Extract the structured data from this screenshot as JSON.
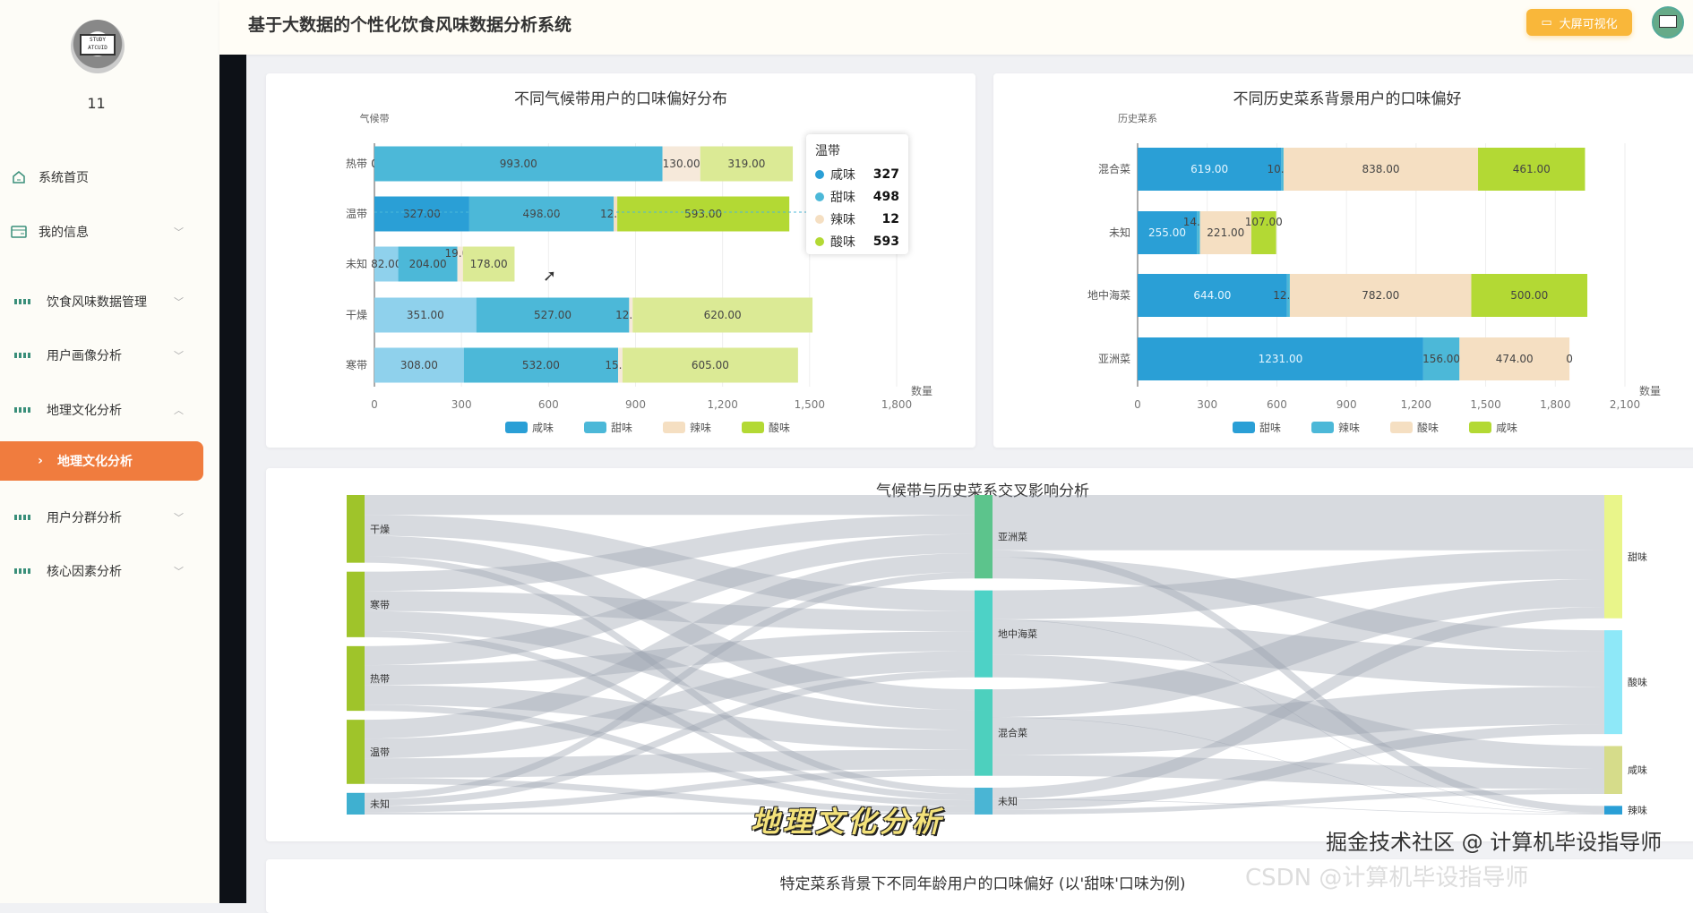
{
  "header": {
    "title": "基于大数据的个性化饮食风味数据分析系统",
    "bigscreen_label": "大屏可视化",
    "bigscreen_icon": "monitor-icon"
  },
  "user": {
    "name": "11",
    "avatar_text": "STUDY ATCUID"
  },
  "sidebar": {
    "items": [
      {
        "label": "系统首页",
        "icon": "home-icon"
      },
      {
        "label": "我的信息",
        "icon": "card-icon",
        "chevron": "﹀"
      },
      {
        "label": "饮食风味数据管理",
        "icon": "grid-icon",
        "chevron": "﹀"
      },
      {
        "label": "用户画像分析",
        "icon": "grid-icon",
        "chevron": "﹀"
      },
      {
        "label": "地理文化分析",
        "icon": "grid-icon",
        "chevron": "︿"
      },
      {
        "label": "地理文化分析",
        "icon": "chevron-right-icon",
        "active": true
      },
      {
        "label": "用户分群分析",
        "icon": "grid-icon",
        "chevron": "﹀"
      },
      {
        "label": "核心因素分析",
        "icon": "grid-icon",
        "chevron": "﹀"
      }
    ]
  },
  "chart_data": [
    {
      "type": "bar",
      "orientation": "horizontal",
      "stacked": true,
      "title": "不同气候带用户的口味偏好分布",
      "ylabel": "气候带",
      "xlabel": "数量",
      "categories": [
        "热带",
        "温带",
        "未知",
        "干燥",
        "寒带"
      ],
      "xlim": [
        0,
        1800
      ],
      "xticks": [
        "0",
        "300",
        "600",
        "900",
        "1,200",
        "1,500",
        "1,800"
      ],
      "legend": "bottom",
      "series": [
        {
          "name": "咸味",
          "color": "#2a9fd6",
          "faded": "#8fd1ec",
          "values": [
            0,
            327,
            82,
            351,
            308
          ]
        },
        {
          "name": "甜味",
          "color": "#4cb8d8",
          "faded": "#4cb8d8",
          "values": [
            993,
            498,
            204,
            527,
            532
          ]
        },
        {
          "name": "辣味",
          "color": "#f5dfc2",
          "faded": "#f6e9da",
          "values": [
            130,
            12,
            19,
            12,
            15
          ]
        },
        {
          "name": "酸味",
          "color": "#b3d934",
          "faded": "#dbea95",
          "values": [
            319,
            593,
            178,
            620,
            605
          ]
        }
      ],
      "tooltip": {
        "title": "温带",
        "rows": [
          {
            "name": "咸味",
            "value": "327",
            "color": "#2a9fd6"
          },
          {
            "name": "甜味",
            "value": "498",
            "color": "#4cb8d8"
          },
          {
            "name": "辣味",
            "value": "12",
            "color": "#f5dfc2"
          },
          {
            "name": "酸味",
            "value": "593",
            "color": "#b3d934"
          }
        ]
      }
    },
    {
      "type": "bar",
      "orientation": "horizontal",
      "stacked": true,
      "title": "不同历史菜系背景用户的口味偏好",
      "ylabel": "历史菜系",
      "xlabel": "数量",
      "categories": [
        "混合菜",
        "未知",
        "地中海菜",
        "亚洲菜"
      ],
      "xlim": [
        0,
        2100
      ],
      "xticks": [
        "0",
        "300",
        "600",
        "900",
        "1,200",
        "1,500",
        "1,800",
        "2,100"
      ],
      "legend": "bottom",
      "series": [
        {
          "name": "甜味",
          "color": "#2a9fd6",
          "values": [
            619,
            255,
            644,
            1231
          ]
        },
        {
          "name": "辣味",
          "color": "#4cb8d8",
          "values": [
            10,
            14,
            12,
            156
          ]
        },
        {
          "name": "酸味",
          "color": "#f5dfc2",
          "values": [
            838,
            221,
            782,
            474
          ]
        },
        {
          "name": "咸味",
          "color": "#b3d934",
          "values": [
            461,
            107,
            500,
            0
          ]
        }
      ]
    },
    {
      "type": "sankey",
      "title": "气候带与历史菜系交叉影响分析",
      "columns": [
        [
          {
            "name": "干燥",
            "value": 1510,
            "color": "#9fc42a"
          },
          {
            "name": "寒带",
            "value": 1460,
            "color": "#9fc42a"
          },
          {
            "name": "热带",
            "value": 1442,
            "color": "#9fc42a"
          },
          {
            "name": "温带",
            "value": 1430,
            "color": "#9fc42a"
          },
          {
            "name": "未知",
            "value": 483,
            "color": "#3fb0d0"
          }
        ],
        [
          {
            "name": "亚洲菜",
            "value": 1861,
            "color": "#5cc48c"
          },
          {
            "name": "地中海菜",
            "value": 1938,
            "color": "#4dd2c6"
          },
          {
            "name": "混合菜",
            "value": 1928,
            "color": "#4dd0be"
          },
          {
            "name": "未知",
            "value": 597,
            "color": "#4ab5d4"
          }
        ],
        [
          {
            "name": "甜味",
            "value": 2749,
            "color": "#e9f58a"
          },
          {
            "name": "酸味",
            "value": 2315,
            "color": "#8ee8f8"
          },
          {
            "name": "咸味",
            "value": 1068,
            "color": "#d6dc8a"
          },
          {
            "name": "辣味",
            "value": 192,
            "color": "#2a9fd6"
          }
        ]
      ]
    }
  ],
  "bottom_card": {
    "title": "特定菜系背景下不同年龄用户的口味偏好 (以'甜味'口味为例)"
  },
  "overlay": {
    "caption": "地理文化分析",
    "watermark": "掘金技术社区 @ 计算机毕设指导师",
    "watermark_faint": "CSDN @计算机毕设指导师"
  }
}
